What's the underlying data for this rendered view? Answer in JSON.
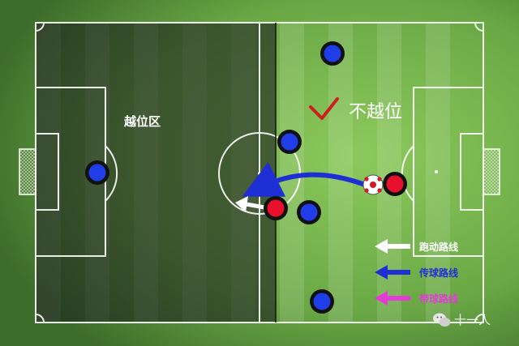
{
  "labels": {
    "offside_zone": "越位区",
    "onside": "不越位"
  },
  "legend": [
    {
      "label": "跑动路线",
      "color": "#ffffff"
    },
    {
      "label": "传球路线",
      "color": "#1f2fd6"
    },
    {
      "label": "带球路线",
      "color": "#e33bd6"
    }
  ],
  "watermark": "十一人",
  "colors": {
    "pitch_light": "#7fbf55",
    "pitch_dark": "#3c6a2c",
    "offside_shade": "#2a2f2a",
    "player_blue": "#1f3ee8",
    "player_red": "#e8102a",
    "check": "#cc1f1f"
  },
  "icons": [
    "check-icon",
    "ball-icon",
    "wechat-icon"
  ]
}
